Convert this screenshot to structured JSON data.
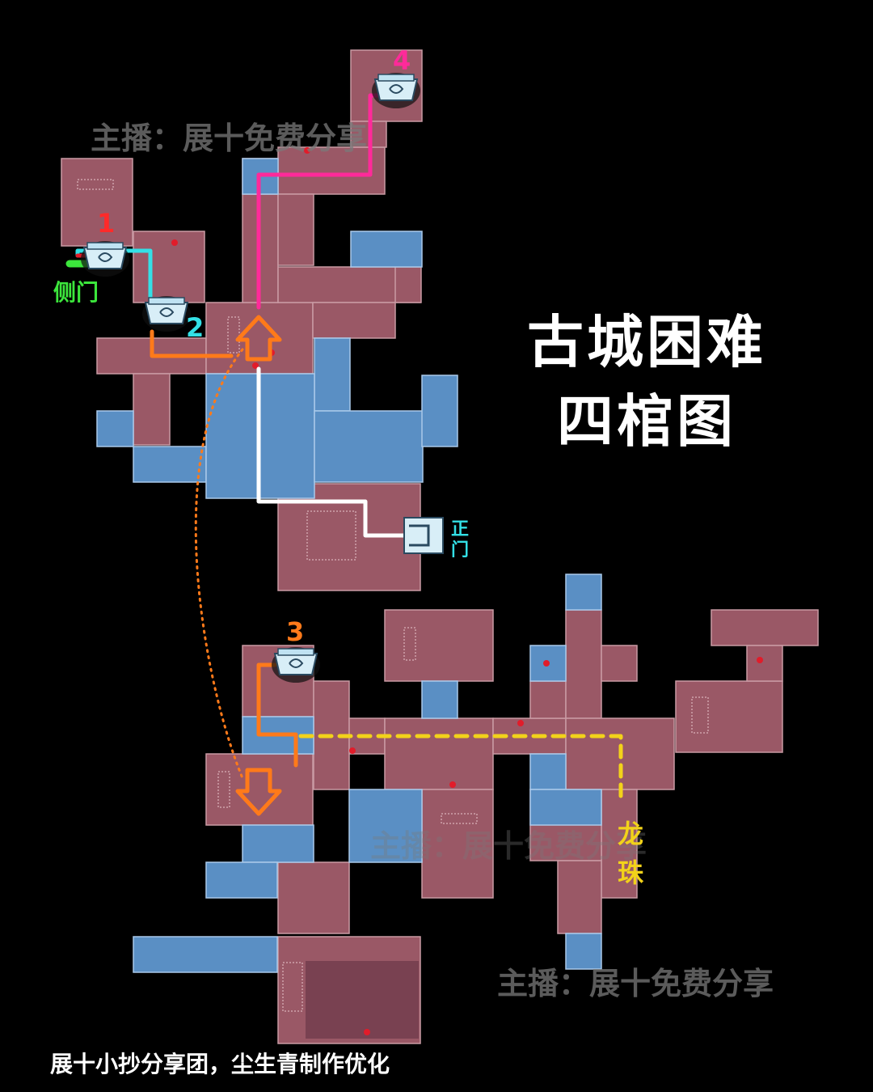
{
  "title": {
    "line1": "古城困难",
    "line2": "四棺图"
  },
  "watermark": {
    "text1": "主播：展十免费分享",
    "text2": "主播：展十免费分享",
    "text3": "主播：展十免费分享"
  },
  "credit": "展十小抄分享团，尘生青制作优化",
  "markers": {
    "coffin_1": "1",
    "coffin_2": "2",
    "coffin_3": "3",
    "coffin_4": "4"
  },
  "labels": {
    "side_gate": "侧门",
    "main_gate_1": "正",
    "main_gate_2": "门",
    "dragon_pearl_1": "龙",
    "dragon_pearl_2": "珠"
  },
  "colors": {
    "background": "#000000",
    "room_red": "#9a5866",
    "room_blue": "#5a8fc4",
    "route_cyan": "#33e0e6",
    "route_orange": "#ff7a1a",
    "route_pink": "#ff2a9a",
    "route_white": "#ffffff",
    "route_yellow": "#f2d21a",
    "side_gate_green": "#3ce63c"
  },
  "icons": {
    "coffin": "coffin-icon",
    "main_gate": "gate-icon",
    "arrow_up": "arrow-up-icon",
    "arrow_down": "arrow-down-icon"
  }
}
